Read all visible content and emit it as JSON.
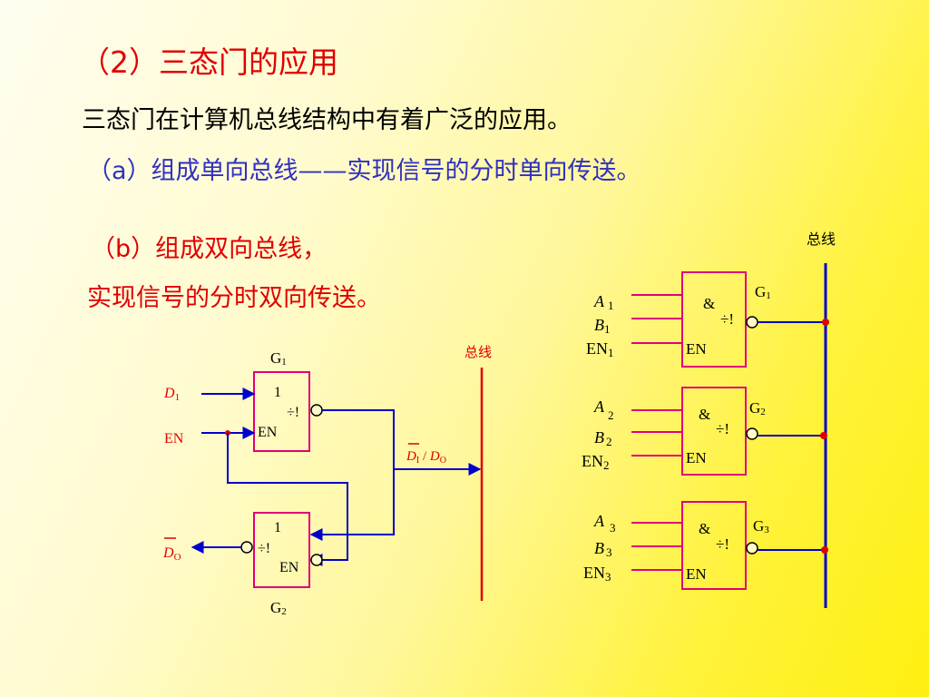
{
  "title": "（2）三态门的应用",
  "intro": "三态门在计算机总线结构中有着广泛的应用。",
  "item_a": "（a）组成单向总线——实现信号的分时单向传送。",
  "item_b_line1": "（b）组成双向总线，",
  "item_b_line2": "实现信号的分时双向传送。",
  "left_diagram": {
    "bus_label": "总线",
    "gate1_name": "G1",
    "gate2_name": "G2",
    "gate1_symbol": "1",
    "gate2_symbol": "1",
    "tristate_symbol": "÷!",
    "en_label": "EN",
    "input_d1": "D1",
    "input_en": "EN",
    "output_do": "DO",
    "bus_signal": "D1 / DO"
  },
  "right_diagram": {
    "bus_label": "总线",
    "gates": [
      {
        "name": "G1",
        "in_a": "A1",
        "in_b": "B1",
        "in_en": "EN1",
        "symbol": "&",
        "tri": "÷!",
        "en": "EN"
      },
      {
        "name": "G2",
        "in_a": "A2",
        "in_b": "B2",
        "in_en": "EN2",
        "symbol": "&",
        "tri": "÷!",
        "en": "EN"
      },
      {
        "name": "G3",
        "in_a": "A3",
        "in_b": "B3",
        "in_en": "EN3",
        "symbol": "&",
        "tri": "÷!",
        "en": "EN"
      }
    ]
  }
}
